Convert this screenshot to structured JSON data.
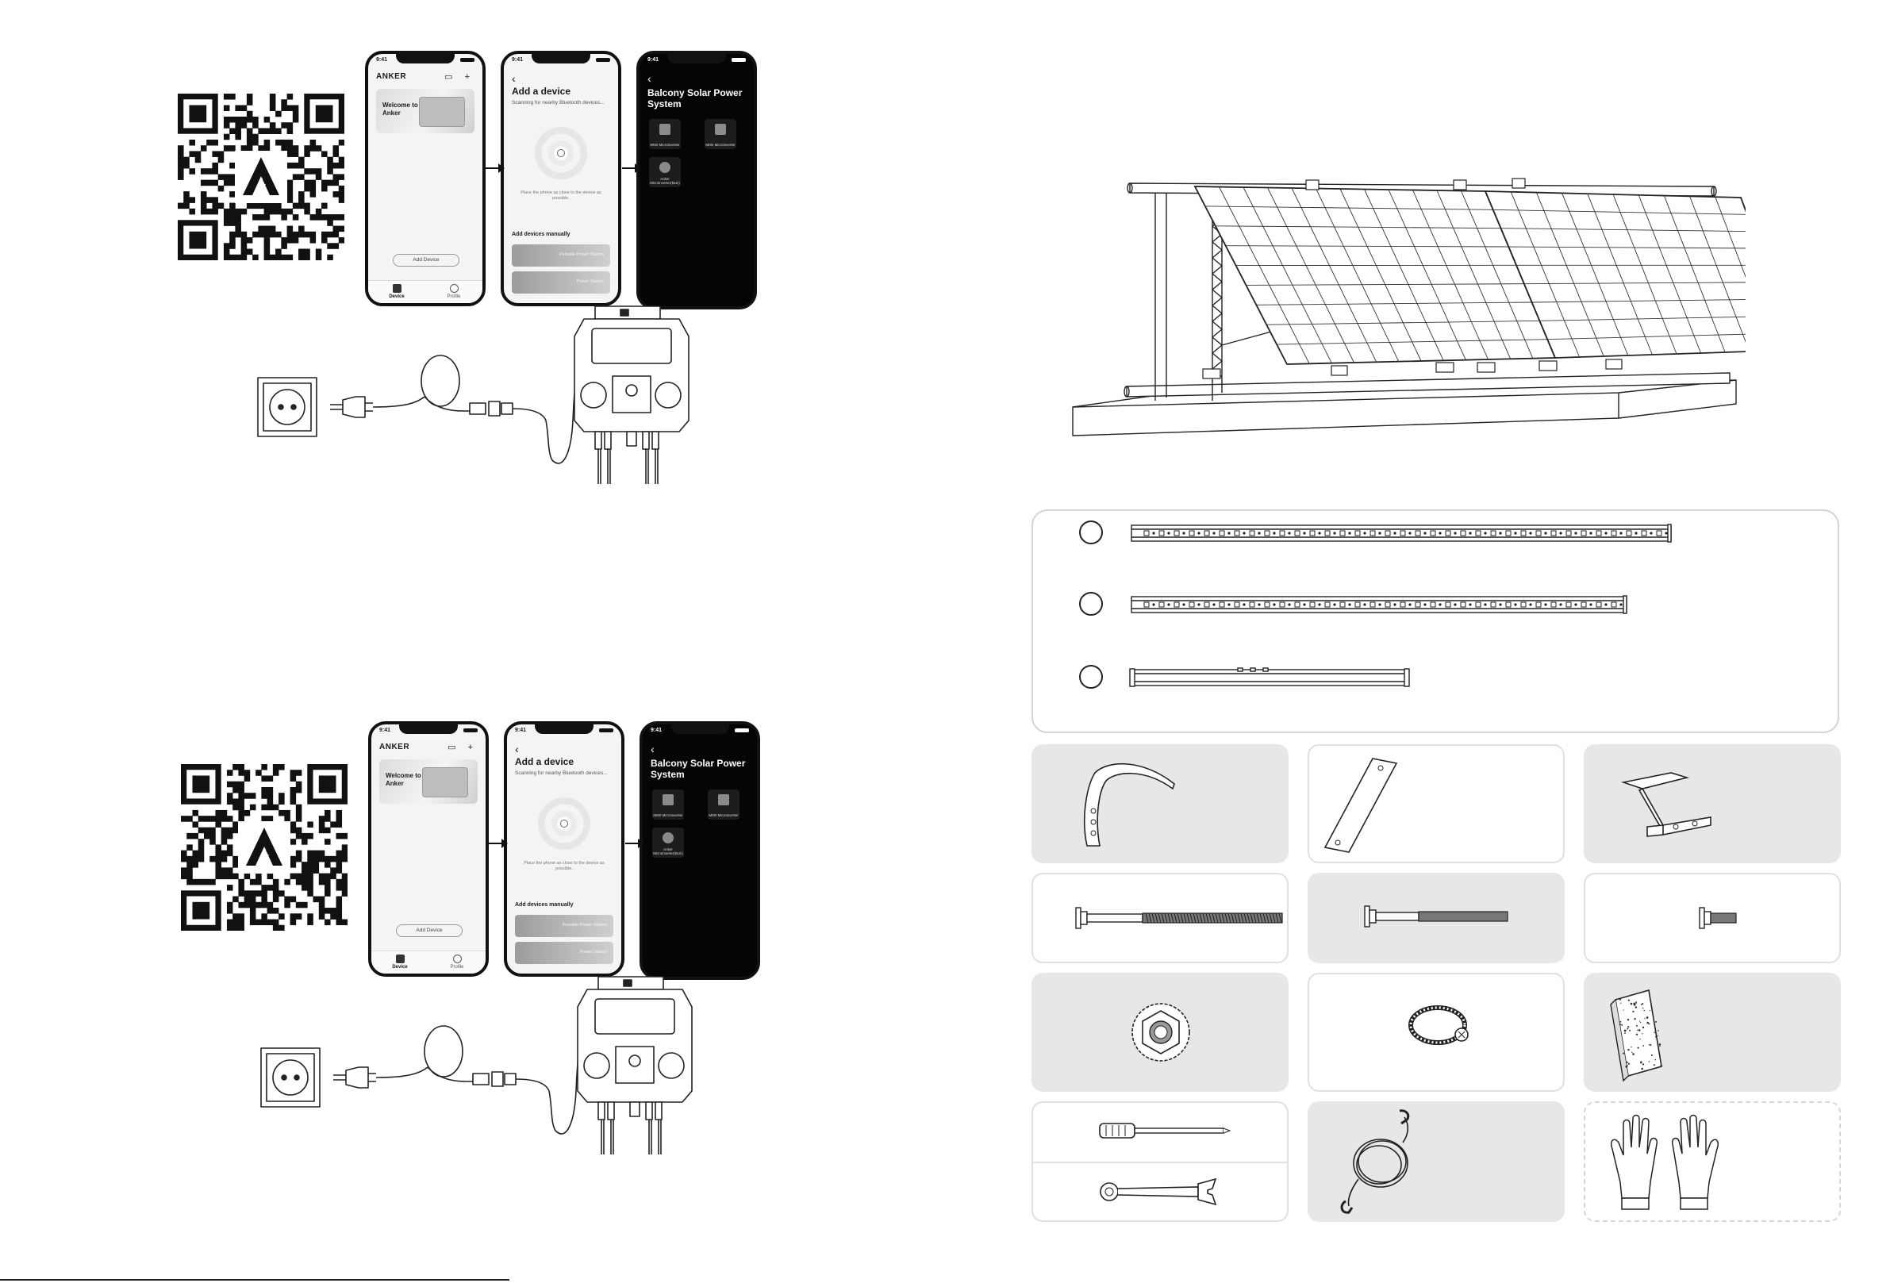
{
  "steps": [
    {
      "phones": [
        {
          "time": "9:41",
          "logo": "ANKER",
          "top_icons": "▭ +",
          "banner_title": "Welcome to Anker",
          "add_button": "Add Device",
          "tabs": [
            "Device",
            "Profile"
          ]
        },
        {
          "time": "9:41",
          "title": "Add a device",
          "scanning": "Scanning for nearby Bluetooth devices...",
          "hint": "Place the phone as close to the device as possible.",
          "manual_title": "Add devices manually",
          "cards": [
            "Portable Power Station",
            "Power Station"
          ]
        },
        {
          "time": "9:41",
          "title": "Balcony Solar Power System",
          "devices": [
            "MI60 Microinverter",
            "MI80 Microinverter",
            "Anker Microinverter(BLE)"
          ]
        }
      ]
    },
    {
      "phones": [
        {
          "time": "9:41",
          "logo": "ANKER",
          "top_icons": "▭ +",
          "banner_title": "Welcome to Anker",
          "add_button": "Add Device",
          "tabs": [
            "Device",
            "Profile"
          ]
        },
        {
          "time": "9:41",
          "title": "Add a device",
          "scanning": "Scanning for nearby Bluetooth devices...",
          "hint": "Place the phone as close to the device as possible.",
          "manual_title": "Add devices manually",
          "cards": [
            "Portable Power Station",
            "Power Station"
          ]
        },
        {
          "time": "9:41",
          "title": "Balcony Solar Power System",
          "devices": [
            "MI60 Microinverter",
            "MI80 Microinverter",
            "Anker Microinverter(BLE)"
          ]
        }
      ]
    }
  ],
  "parts": {
    "rails": [
      "rail-long",
      "rail-medium",
      "rail-short"
    ],
    "tiles": [
      {
        "icon": "hook-strap-icon",
        "style": "fill"
      },
      {
        "icon": "mounting-plate-icon",
        "style": "line"
      },
      {
        "icon": "z-bracket-icon",
        "style": "fill"
      },
      {
        "icon": "long-bolt-icon",
        "style": "line"
      },
      {
        "icon": "medium-bolt-icon",
        "style": "fill"
      },
      {
        "icon": "short-bolt-icon",
        "style": "line"
      },
      {
        "icon": "flange-nut-icon",
        "style": "fill"
      },
      {
        "icon": "hose-clamp-icon",
        "style": "line"
      },
      {
        "icon": "foam-pad-icon",
        "style": "fill"
      },
      {
        "icon": "screwdriver-wrench-icon",
        "style": "line"
      },
      {
        "icon": "safety-rope-icon",
        "style": "fill"
      },
      {
        "icon": "gloves-icon",
        "style": "dash"
      }
    ]
  },
  "colors": {
    "ink": "#1a1a1a",
    "tile_fill": "#e7e7e7",
    "tile_border": "#e0e0e0"
  }
}
